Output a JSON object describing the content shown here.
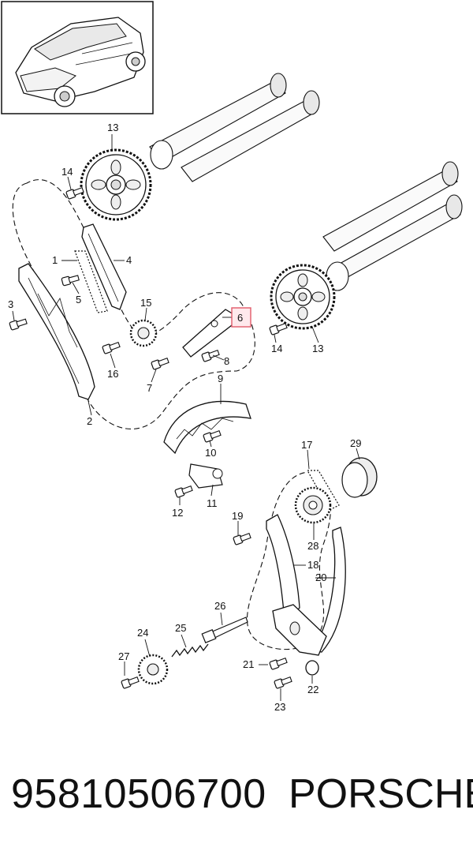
{
  "diagram": {
    "callouts": [
      {
        "id": "13a",
        "text": "13"
      },
      {
        "id": "14a",
        "text": "14"
      },
      {
        "id": "1",
        "text": "1"
      },
      {
        "id": "4",
        "text": "4"
      },
      {
        "id": "5",
        "text": "5"
      },
      {
        "id": "3",
        "text": "3"
      },
      {
        "id": "15",
        "text": "15"
      },
      {
        "id": "6",
        "text": "6"
      },
      {
        "id": "8",
        "text": "8"
      },
      {
        "id": "16",
        "text": "16"
      },
      {
        "id": "7",
        "text": "7"
      },
      {
        "id": "2",
        "text": "2"
      },
      {
        "id": "14b",
        "text": "14"
      },
      {
        "id": "13b",
        "text": "13"
      },
      {
        "id": "9",
        "text": "9"
      },
      {
        "id": "10",
        "text": "10"
      },
      {
        "id": "11",
        "text": "11"
      },
      {
        "id": "12",
        "text": "12"
      },
      {
        "id": "17",
        "text": "17"
      },
      {
        "id": "29",
        "text": "29"
      },
      {
        "id": "19",
        "text": "19"
      },
      {
        "id": "28",
        "text": "28"
      },
      {
        "id": "18",
        "text": "18"
      },
      {
        "id": "20",
        "text": "20"
      },
      {
        "id": "26",
        "text": "26"
      },
      {
        "id": "24",
        "text": "24"
      },
      {
        "id": "25",
        "text": "25"
      },
      {
        "id": "27",
        "text": "27"
      },
      {
        "id": "21",
        "text": "21"
      },
      {
        "id": "22",
        "text": "22"
      },
      {
        "id": "23",
        "text": "23"
      }
    ],
    "highlighted_callout": "6",
    "highlight_color": "#e05a6a"
  },
  "footer": {
    "part_number": "95810506700",
    "brand": "PORSCHE"
  }
}
